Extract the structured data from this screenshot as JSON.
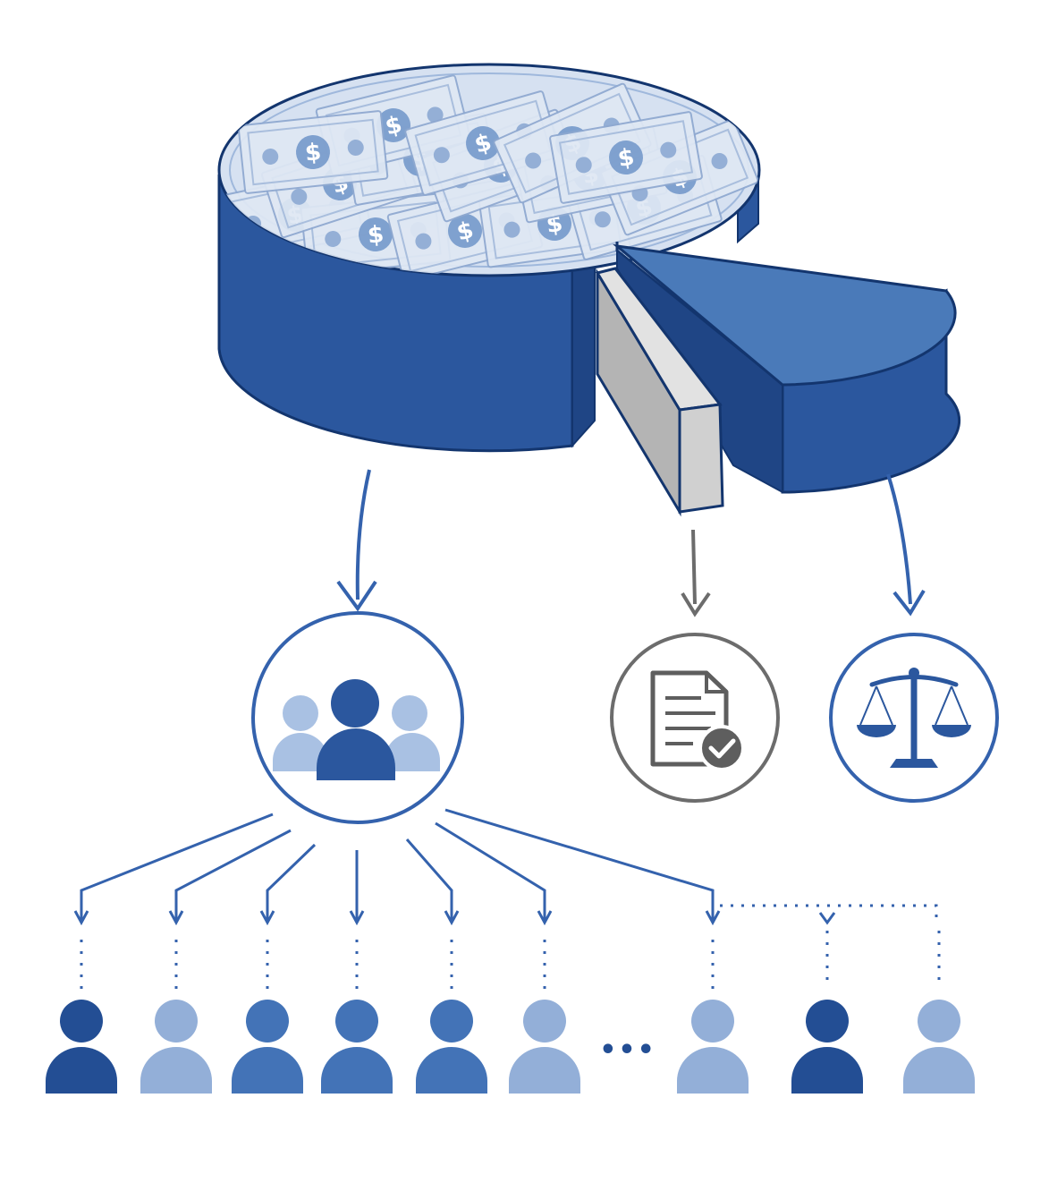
{
  "colors": {
    "pie_blue": "#2b579e",
    "pie_blue_dark": "#1f4585",
    "slice_blue": "#4a7ab9",
    "slice_gray": "#b4b4b4",
    "arrow_blue": "#3462ad",
    "arrow_gray": "#6c6c6c",
    "person_dark": "#234e94",
    "person_mid": "#4373b7",
    "person_light": "#93afd8",
    "bill": "#dfe8f4"
  },
  "icons": {
    "pie": "money-pie-icon",
    "group": "people-group-icon",
    "document": "document-check-icon",
    "justice": "scales-of-justice-icon",
    "person": "person-icon"
  },
  "recipients": [
    {
      "shade": "dark"
    },
    {
      "shade": "light"
    },
    {
      "shade": "mid"
    },
    {
      "shade": "mid"
    },
    {
      "shade": "mid"
    },
    {
      "shade": "light"
    },
    {
      "shade": "light"
    },
    {
      "shade": "dark"
    },
    {
      "shade": "light"
    }
  ],
  "ellipsis": "•••"
}
